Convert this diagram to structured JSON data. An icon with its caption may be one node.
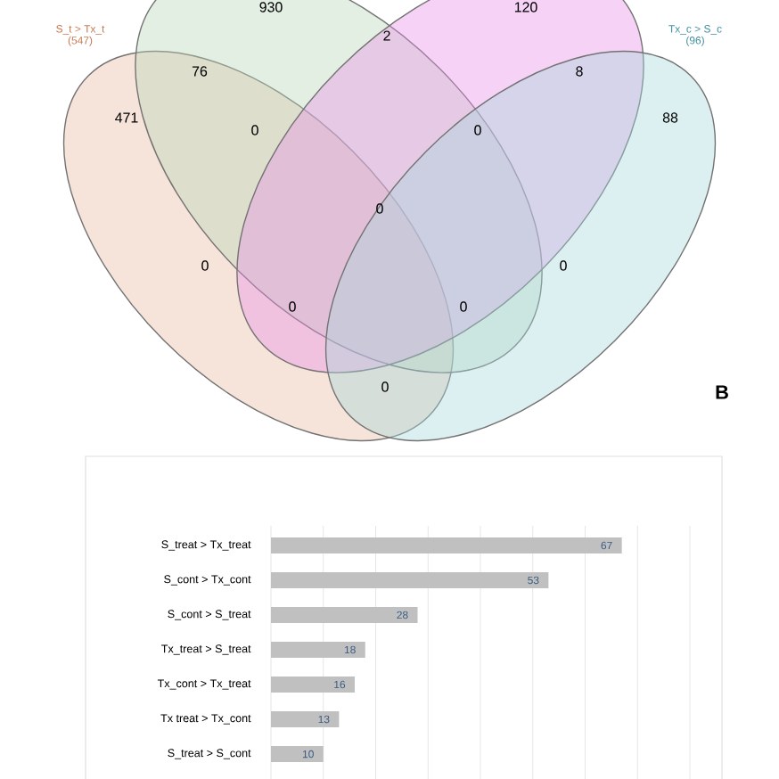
{
  "diagram": {
    "nodes": [
      {
        "text": [
          "S_t > Tx_t",
          "(547)"
        ]
      },
      {
        "text": [],
        "shape": "ellipse"
      },
      {
        "text": [],
        "shape": "ellipse"
      },
      {
        "text": [
          "Tx_c > S_c",
          "(96)"
        ]
      }
    ],
    "labels": [
      "930",
      "120",
      "2",
      "76",
      "8",
      "471",
      "0",
      "0",
      "88",
      "0",
      "0",
      "0",
      "0",
      "0",
      "0",
      "B"
    ],
    "chart_data": {
      "type": "bar",
      "orientation": "horizontal",
      "categories": [
        "S_treat > Tx_treat",
        "S_cont > Tx_cont",
        "S_cont > S_treat",
        "Tx_treat > S_treat",
        "Tx_cont > Tx_treat",
        "Tx treat > Tx_cont",
        "S_treat > S_cont"
      ],
      "series": [
        {
          "color": "#c0c0c0",
          "values": [
            67,
            53,
            28,
            18,
            16,
            13,
            10
          ]
        }
      ],
      "xlim": [
        0,
        80
      ],
      "data_labels": true
    }
  }
}
